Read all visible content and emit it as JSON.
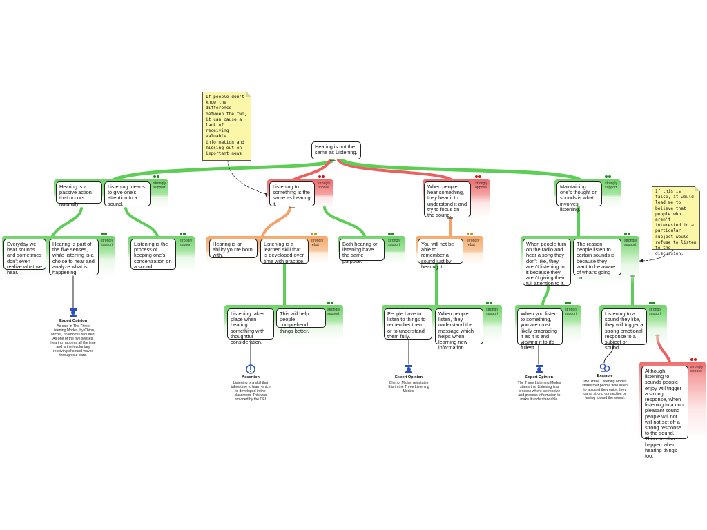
{
  "colors": {
    "support": "#5ccd55",
    "oppose": "#ee5e5e",
    "rebut": "#f4a26a",
    "line": "#222222"
  },
  "main_claim": "Hearing is not the same as Listening.",
  "notes": {
    "left": "If people don't know the difference between the two, it can cause a lack of receiving valuable information and missing out on important news",
    "right": "If this is false, it would lead me to believe that people who aren't interested in a particular subject would refuse to listen to the discussion."
  },
  "labels": {
    "strongly_support": "strongly support",
    "strongly_oppose": "strongly oppose",
    "strongly_rebut": "strongly rebut",
    "expert_opinion": "Expert Opinion",
    "assertion": "Assertion",
    "example": "Example"
  },
  "reasons": {
    "r1a": "Hearing is a passive action that occurs naturally.",
    "r1b": "Listening means to give one's attention to a sound.",
    "r1a_a": "Everyday we hear sounds and sometimes don't even realize what we hear.",
    "r1a_b": "Hearing is part of the five senses, while listening is a choice to hear and analyze what is happening.",
    "r1b_a": "Listening is the process of keeping one's concentration on a sound.",
    "o1": "Listening to something is the same as hearing it.",
    "o1_r_a": "Hearing is an ability you're born with.",
    "o1_r_b": "Listening is a learned skill that is developed over time with practice.",
    "o1_s": "Both hearing or listening have the same purpose.",
    "o1_r_b_a": "Listening takes place when hearing something with thoughtful consideration.",
    "o1_r_b_b": "This will help people comprehend things better.",
    "o2": "When people hear something, they hear it to understand it and try to focus on the sound.",
    "o2_r": "You will not be able to remember a sound just by hearing it.",
    "o2_r_a": "People have to listen to things to remember them or to understand them fully.",
    "o2_r_b": "When people listen, they understand the message which helps when learning new information.",
    "r2": "Maintaining one's thought on sounds is what involves listening.",
    "r2_a": "When people turn on the radio and hear a song they don't like, they aren't listening to it because they aren't giving their full attention to it.",
    "r2_b": "The reason people listen to certain sounds is because they want to be aware of what's going on.",
    "r2_a_a": "When you listen to something, you are most likely embracing it as it is and viewing it to it's fullest.",
    "r2_b_a": "Listening to a sound they like, they will trigger a strong emotional response to a subject or sound.",
    "r2_b_a_o": "Although listening to sounds people enjoy will trigger a strong response, when listening to a non pleasant sound people will not will not set off a strong response to the sound. This can also happen when hearing things too."
  },
  "evidence": {
    "e1": "As said in The Three Listening Modes, by Chion, Michel, no effort is required. As one of the five senses, hearing happens all the time and is the involuntary receiving of sound waves through our ears.",
    "e2": "Listening is a skill that takes time to learn which is developed in the classroom. This was provided by the CFI.",
    "e3": "Chimo, Michel reinstates this in the Three Listening Modes.",
    "e4": "The Three Listening Modes states that Listening is a process where we receive and process information to make it understandable.",
    "e5": "The Three Listening Modes states that people who listen to a sound they enjoy, they can a strong connection or feeling toward the sound."
  }
}
